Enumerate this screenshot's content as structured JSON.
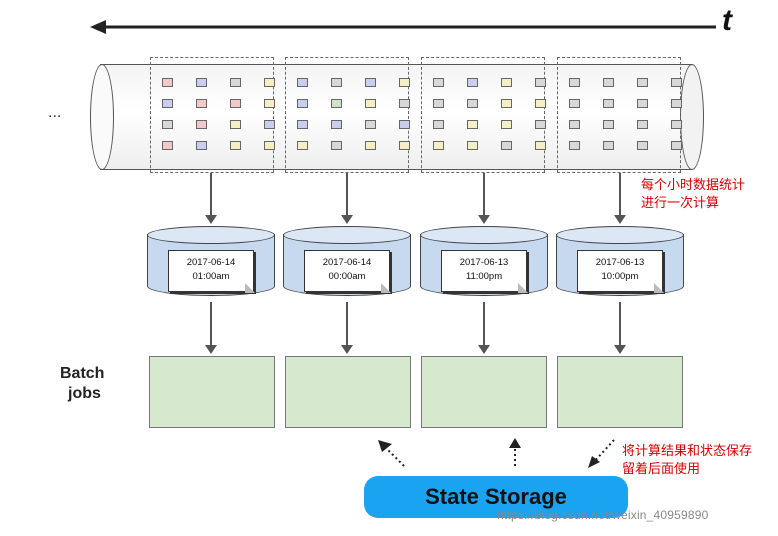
{
  "diagram": {
    "time_axis_label": "t",
    "ellipsis": "...",
    "windows": [
      {
        "date": "2017-06-14",
        "time": "01:00am"
      },
      {
        "date": "2017-06-14",
        "time": "00:00am"
      },
      {
        "date": "2017-06-13",
        "time": "11:00pm"
      },
      {
        "date": "2017-06-13",
        "time": "10:00pm"
      }
    ],
    "batch_label_line1": "Batch",
    "batch_label_line2": "jobs",
    "note_hourly_line1": "每个小时数据统计",
    "note_hourly_line2": "进行一次计算",
    "note_state_line1": "将计算结果和状态保存",
    "note_state_line2": "留着后面使用",
    "state_storage_label": "State Storage",
    "watermark": "https://blog.csdn.net/weixin_40959890",
    "colors": {
      "event_red": "#f1c9cd",
      "event_blue": "#c9cdee",
      "event_yellow": "#f6efc4",
      "event_green": "#cfe3c9",
      "event_gray": "#d8d8d8",
      "db_blue": "#c7d9ef",
      "batch_green": "#d6e9cf",
      "storage_blue": "#1aa3f0",
      "annotation_red": "#d40000"
    }
  }
}
